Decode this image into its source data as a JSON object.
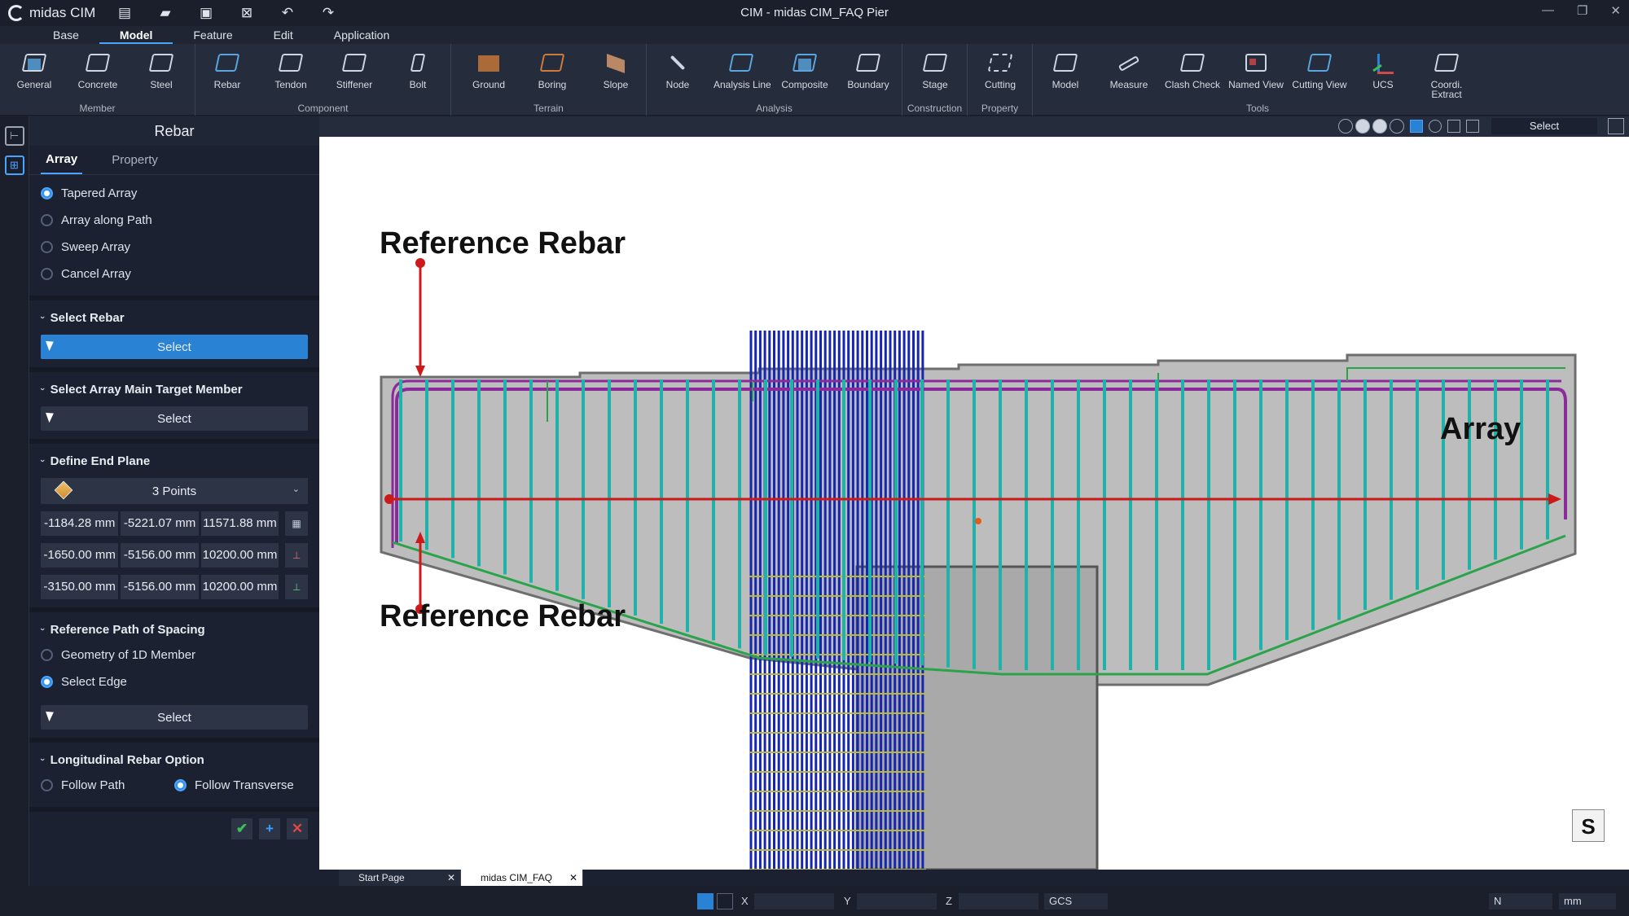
{
  "app": {
    "logo_text": "midas CIM",
    "window_title": "CIM - midas CIM_FAQ Pier",
    "quick_access": [
      "new-file-icon",
      "open-folder-icon",
      "save-icon",
      "close-file-icon",
      "undo-icon",
      "redo-icon"
    ],
    "window_controls": [
      "minimize-icon",
      "restore-icon",
      "close-icon"
    ],
    "window_control_glyphs": [
      "—",
      "❐",
      "✕"
    ]
  },
  "menu": {
    "tabs": [
      "Base",
      "Model",
      "Feature",
      "Edit",
      "Application"
    ],
    "active": "Model"
  },
  "ribbon": {
    "groups": [
      {
        "label": "Member",
        "buttons": [
          "General",
          "Concrete",
          "Steel"
        ]
      },
      {
        "label": "Component",
        "buttons": [
          "Rebar",
          "Tendon",
          "Stiffener",
          "Bolt"
        ]
      },
      {
        "label": "Terrain",
        "buttons": [
          "Ground",
          "Boring",
          "Slope"
        ]
      },
      {
        "label": "Analysis",
        "buttons": [
          "Node",
          "Analysis Line",
          "Composite",
          "Boundary"
        ]
      },
      {
        "label": "Construction",
        "buttons": [
          "Stage"
        ]
      },
      {
        "label": "Property",
        "buttons": [
          "Cutting"
        ]
      },
      {
        "label": "Tools",
        "buttons": [
          "Model",
          "Measure",
          "Clash Check",
          "Named View",
          "Cutting View",
          "UCS",
          "Coordi. Extract"
        ]
      }
    ],
    "accent": "#5aa6e0"
  },
  "panel": {
    "title": "Rebar",
    "tabs": [
      "Array",
      "Property"
    ],
    "active_tab": "Array",
    "array_types": [
      "Tapered Array",
      "Array along Path",
      "Sweep Array",
      "Cancel Array"
    ],
    "selected_array_type": "Tapered Array",
    "select_rebar": {
      "heading": "Select Rebar",
      "button": "Select"
    },
    "select_target": {
      "heading": "Select Array Main Target Member",
      "button": "Select"
    },
    "end_plane": {
      "heading": "Define End Plane",
      "method": "3 Points",
      "points": [
        [
          "-1184.28 mm",
          "-5221.07 mm",
          "11571.88 mm"
        ],
        [
          "-1650.00 mm",
          "-5156.00 mm",
          "10200.00 mm"
        ],
        [
          "-3150.00 mm",
          "-5156.00 mm",
          "10200.00 mm"
        ]
      ]
    },
    "spacing_path": {
      "heading": "Reference Path of Spacing",
      "options": [
        "Geometry of 1D Member",
        "Select Edge"
      ],
      "selected": "Select Edge",
      "button": "Select"
    },
    "longitudinal": {
      "heading": "Longitudinal Rebar Option",
      "options": [
        "Follow Path",
        "Follow Transverse"
      ],
      "selected": "Follow Transverse"
    },
    "action_glyphs": {
      "apply": "✔",
      "add": "+",
      "cancel": "✕"
    },
    "action_colors": {
      "apply": "#3fbf5a",
      "add": "#3a9dff",
      "cancel": "#e04848"
    }
  },
  "viewport": {
    "toolbar_select": "Select",
    "annotations": {
      "ref_top": "Reference Rebar",
      "ref_bottom": "Reference Rebar",
      "array": "Array"
    },
    "view_cube_label": "S",
    "colors": {
      "concrete": "#bdbdbd",
      "stirrup": "#1fb3a8",
      "main_bar": "#8b2a9a",
      "green_bar": "#2aa34a",
      "column_bar": "#1626b0",
      "arrow": "#cc1a1a"
    }
  },
  "doc_tabs": [
    "Start Page",
    "midas CIM_FAQ Pier"
  ],
  "active_doc_tab": "midas CIM_FAQ Pier",
  "statusbar": {
    "x_label": "X",
    "y_label": "Y",
    "z_label": "Z",
    "coord_system": "GCS",
    "force_unit": "N",
    "length_unit": "mm"
  }
}
